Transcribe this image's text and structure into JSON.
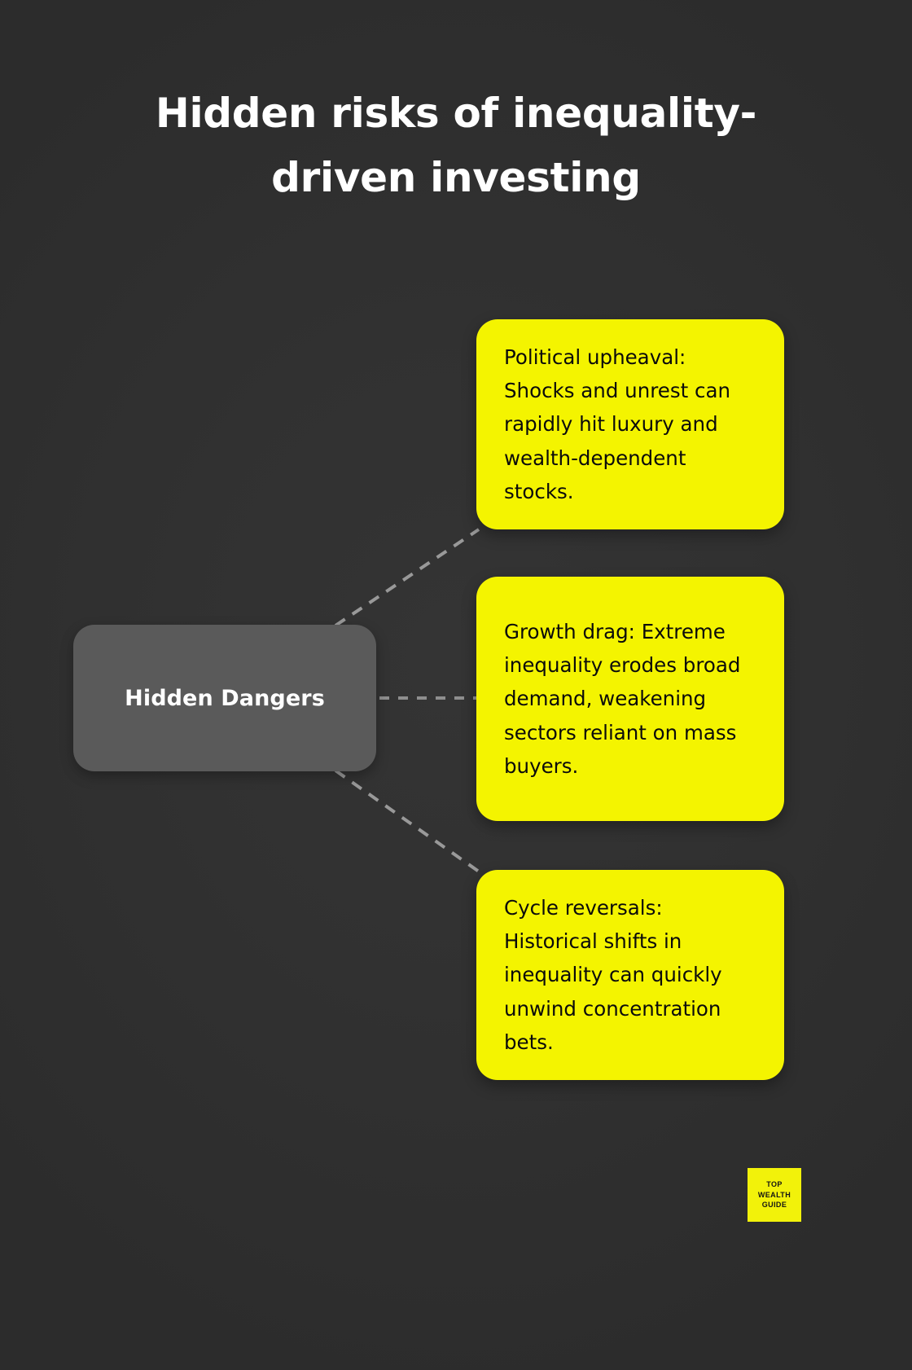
{
  "background_color": "#2d2d2d",
  "accent_color": "#f4f400",
  "node_color": "#5a5a5a",
  "connector_color": "#999999",
  "title": {
    "text": "Hidden risks of inequality-\ndriven investing"
  },
  "center_node": {
    "label": "Hidden Dangers"
  },
  "branches": [
    {
      "id": "political-upheaval",
      "text": "Political upheaval: Shocks and unrest can rapidly hit luxury and wealth-dependent stocks."
    },
    {
      "id": "growth-drag",
      "text": "Growth drag: Extreme inequality erodes broad demand, weakening sectors reliant on mass buyers."
    },
    {
      "id": "cycle-reversals",
      "text": "Cycle reversals: Historical shifts in inequality can quickly unwind concentration bets."
    }
  ],
  "logo": {
    "line1": "TOP",
    "line2": "WEALTH",
    "line3": "GUIDE"
  }
}
